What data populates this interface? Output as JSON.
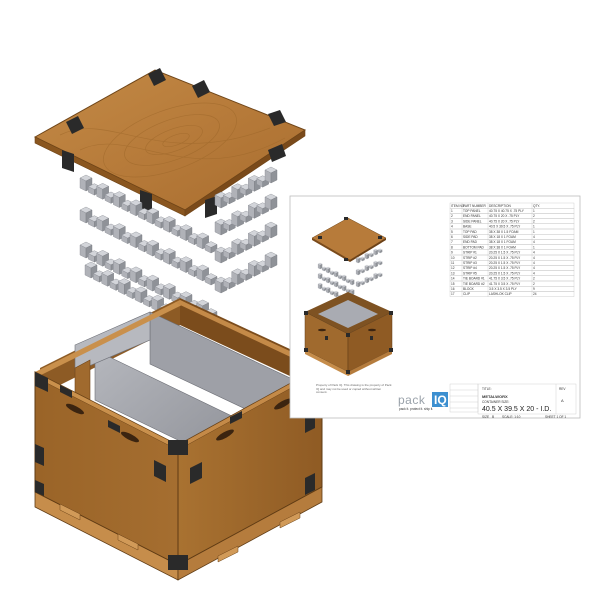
{
  "sheet": {
    "bom_headers": [
      "ITEM NO.",
      "PART NUMBER",
      "DESCRIPTION",
      "QTY."
    ],
    "bom_rows": [
      [
        "1",
        "TOP PANEL",
        "40.75 X 40.75 X .75 PLY",
        "1"
      ],
      [
        "2",
        "END PANEL",
        "40.75 X 20 X .75 PLY",
        "2"
      ],
      [
        "3",
        "SIDE PANEL",
        "40.75 X 20 X .75 PLY",
        "2"
      ],
      [
        "4",
        "BASE",
        "40.5 X 39.5 X .75 PLY",
        "1"
      ],
      [
        "5",
        "TOP PAD",
        "38 X 38 X 1.5 FOAM",
        "1"
      ],
      [
        "6",
        "SIDE PAD",
        "38 X 18 X 1 FOAM",
        "4"
      ],
      [
        "7",
        "END PAD",
        "38 X 18 X 1 FOAM",
        "4"
      ],
      [
        "8",
        "BOTTOM PAD",
        "38 X 38 X 1 FOAM",
        "1"
      ],
      [
        "9",
        "STRIP #1",
        "20.25 X 1.5 X .75 PLY",
        "4"
      ],
      [
        "10",
        "STRIP #2",
        "20.25 X 1.5 X .75 PLY",
        "4"
      ],
      [
        "11",
        "STRIP #3",
        "20.25 X 1.5 X .75 PLY",
        "4"
      ],
      [
        "12",
        "STRIP #4",
        "20.25 X 1.5 X .75 PLY",
        "4"
      ],
      [
        "13",
        "STRIP #5",
        "20.25 X 1.5 X .75 PLY",
        "4"
      ],
      [
        "14",
        "TIE BOARD #1",
        "41.75 X 3.5 X .75 PLY",
        "2"
      ],
      [
        "15",
        "TIE BOARD #2",
        "41.75 X 3.5 X .75 PLY",
        "2"
      ],
      [
        "16",
        "BLOCK",
        "3.5 X 3.5 X 3.5 PLY",
        "9"
      ],
      [
        "17",
        "CLIP",
        "LASHLOK CLIP",
        "24"
      ]
    ],
    "brand_left": "pack",
    "brand_right": "IQ",
    "brand_tagline": "pack it. protect it. ship it.",
    "notes": "Property of Pack IQ. This drawing is the property of Pack IQ and may not be used or copied without written consent.",
    "title_label": "TITLE:",
    "customer": "METALWORX",
    "name_label": "CONTAINER SIZE:",
    "container_size": "40.5 X 39.5 X 20 - I.D.",
    "rev_label": "REV",
    "rev": "A",
    "size_label": "SIZE",
    "size": "B",
    "scale": "SCALE: 1:10",
    "sheet_no": "SHEET 1 OF 1"
  },
  "colors": {
    "wood": "#b07838",
    "wood_dark": "#7e5222",
    "wood_light": "#c9904c",
    "foam": "#c4c6cc",
    "foam_dark": "#8c8f96",
    "clip": "#2a2a2a",
    "panel_gray": "#a9abb2"
  },
  "icons": {
    "clip": "black-corner-clip-icon"
  }
}
